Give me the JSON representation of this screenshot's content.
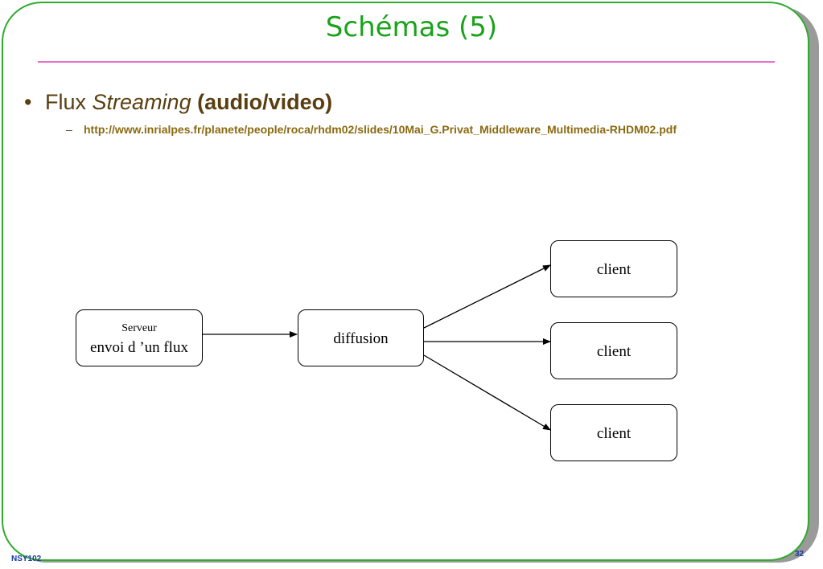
{
  "slide": {
    "title": "Schémas (5)",
    "bullet": {
      "prefix": "Flux",
      "italic": "Streaming",
      "bold": "(audio/video)"
    },
    "sub_link": "http://www.inrialpes.fr/planete/people/roca/rhdm02/slides/10Mai_G.Privat_Middleware_Multimedia-RHDM02.pdf",
    "footer_left": "NSY102",
    "page_number": "32"
  },
  "diagram": {
    "server": {
      "line1": "Serveur",
      "line2": "envoi d ’un flux"
    },
    "diffusion": "diffusion",
    "clients": [
      "client",
      "client",
      "client"
    ]
  },
  "colors": {
    "title": "#1aa31a",
    "frame": "#2eaa2e",
    "rule": "#e870c8",
    "text": "#5a3e10",
    "link": "#8a6a10",
    "footer": "#1a3c9e"
  }
}
